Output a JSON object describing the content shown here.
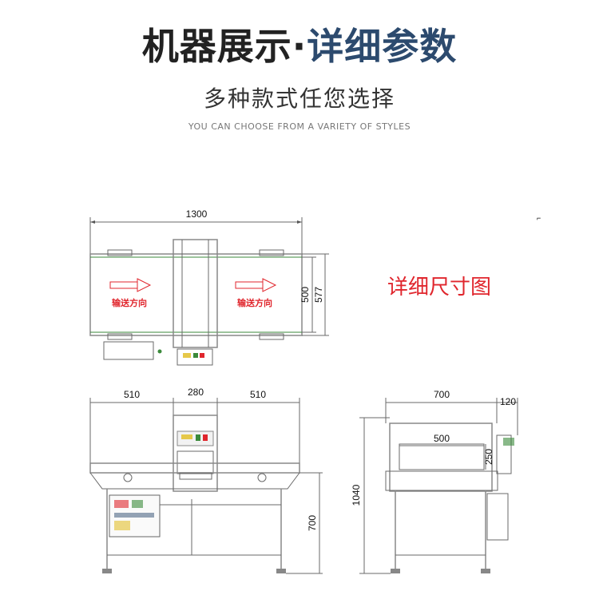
{
  "header": {
    "title_main": "机器展示·",
    "title_accent": "详细参数",
    "subtitle": "多种款式任您选择",
    "subtitle_en": "YOU CAN CHOOSE FROM A VARIETY OF STYLES"
  },
  "annotation": "详细尺寸图",
  "top_view": {
    "dim_overall_length": "1300",
    "dim_belt_width": "500",
    "dim_overall_width": "577",
    "direction_label_left": "输送方向",
    "direction_label_right": "输送方向"
  },
  "front_view": {
    "dim_left_conveyor": "510",
    "dim_detector": "280",
    "dim_right_conveyor": "510",
    "dim_belt_height": "700"
  },
  "side_view": {
    "dim_width": "700",
    "dim_side_box": "120",
    "dim_aperture_width": "500",
    "dim_aperture_height": "250",
    "dim_total_height": "1040"
  },
  "colors": {
    "title_dark": "#222222",
    "title_accent": "#2c4a6e",
    "annotation_red": "#e0262d",
    "belt_green": "#3b8a3b",
    "line_gray": "#6a6a6a"
  }
}
